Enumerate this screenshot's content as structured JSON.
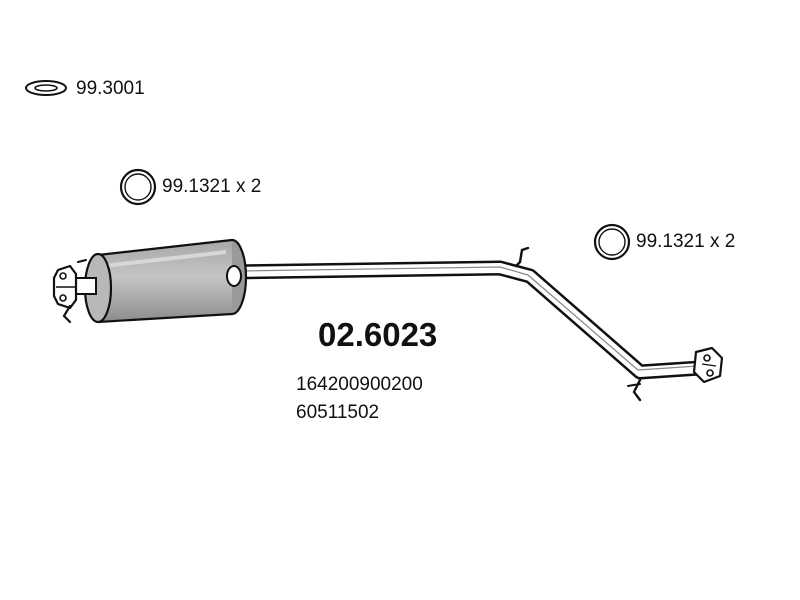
{
  "hardware": {
    "gasket_label": "99.3001",
    "ring_left_label": "99.1321 x 2",
    "ring_right_label": "99.1321 x 2"
  },
  "part": {
    "number": "02.6023",
    "oem_refs": [
      "164200900200",
      "60511502"
    ]
  },
  "colors": {
    "ink": "#111111",
    "muffler_fill": "#b5b5b5",
    "muffler_shade": "#8e8e8e",
    "background": "#ffffff"
  }
}
